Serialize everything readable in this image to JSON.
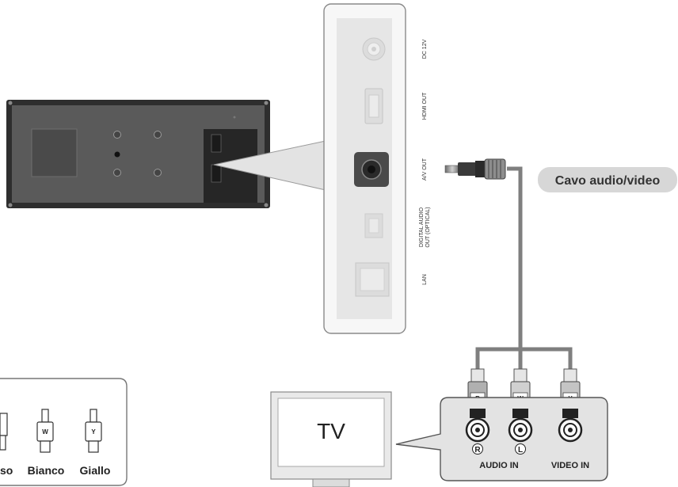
{
  "player_ports": {
    "dc": "DC 12V",
    "hdmi": "HDMI OUT",
    "av": "A/V OUT",
    "digital_line1": "DIGITAL AUDIO",
    "digital_line2": "OUT (OPTICAL)",
    "lan": "LAN"
  },
  "cable_label": "Cavo audio/video",
  "tv_label": "TV",
  "tv_panel": {
    "audio_in": "AUDIO IN",
    "video_in": "VIDEO IN",
    "jack_left_letter": "R",
    "jack_right_letter": "L"
  },
  "plugs": {
    "red_letter": "R",
    "white_letter": "W",
    "yellow_letter": "Y"
  },
  "legend": {
    "red_partial": "so",
    "white": "Bianco",
    "yellow": "Giallo",
    "white_letter": "W",
    "yellow_letter": "Y"
  },
  "colors": {
    "device_body": "#3c3c3c",
    "panel_fill": "#e6e6e6",
    "cable": "#888888",
    "badge_fill": "#d9d9d9"
  }
}
